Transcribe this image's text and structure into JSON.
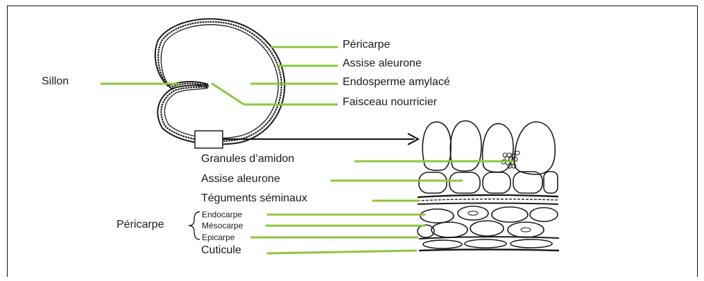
{
  "labels": {
    "pericarpe_top": "Péricarpe",
    "assise_top": "Assise aleurone",
    "endosperme": "Endosperme amylacé",
    "faisceau": "Faisceau nourricier",
    "sillon": "Sillon",
    "granules": "Granules d’amidon",
    "assise_bottom": "Assise aleurone",
    "teguments": "Téguments séminaux",
    "pericarpe_group": "Péricarpe",
    "endocarpe": "Endocarpe",
    "mesocarpe": "Mésocarpe",
    "epicarpe": "Epicarpe",
    "cuticule": "Cuticule"
  },
  "colors": {
    "leader_line": "#8cc63f",
    "ink": "#1a1a1a"
  }
}
